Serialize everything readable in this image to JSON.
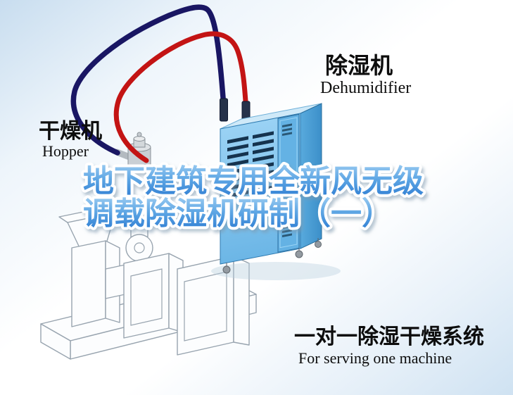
{
  "illustration": {
    "title": {
      "line1": "地下建筑专用全新风无级",
      "line2": "调载除湿机研制（一）"
    },
    "labels": {
      "dehumidifier_cn": "除湿机",
      "dehumidifier_en": "Dehumidifier",
      "hopper_cn": "干燥机",
      "hopper_en": "Hopper",
      "system_cn": "一对一除湿干燥系统",
      "system_en": "For serving one machine"
    },
    "colors": {
      "pipe_blue": "#191663",
      "pipe_red": "#c31414",
      "dehumidifier_front_light": "#9ad2f4",
      "dehumidifier_front_dark": "#6cb6e6",
      "dehumidifier_side": "#4498d3",
      "dehumidifier_top": "#cfe9f8",
      "vent_slot": "#15334e",
      "title_gradient_top": "#9acbf1",
      "title_gradient_bottom": "#2d7cd2",
      "machine_outline": "#98a4af",
      "background_edge": "#c8ddef"
    }
  }
}
